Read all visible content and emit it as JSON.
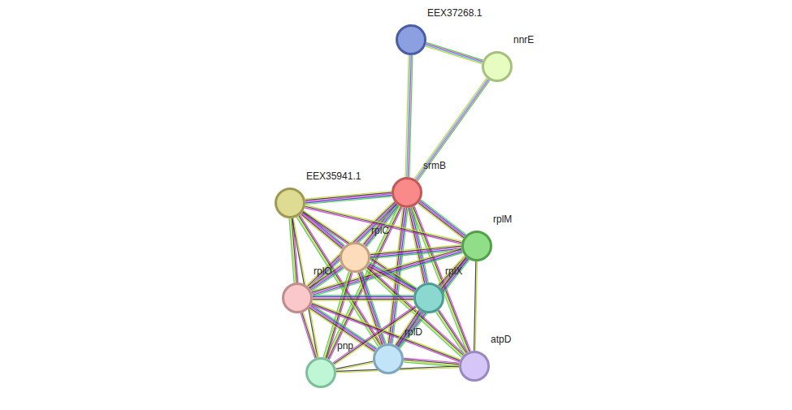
{
  "diagram": {
    "nodes": [
      {
        "text": [
          "EEX37268.1"
        ]
      },
      {
        "text": [
          "nnrE"
        ]
      },
      {
        "text": [
          "srmB"
        ]
      },
      {
        "text": [
          "EEX35941.1"
        ]
      },
      {
        "text": [
          "rplM"
        ]
      },
      {
        "text": [
          "rplC"
        ]
      },
      {
        "text": [
          "rplO"
        ]
      },
      {
        "text": [
          "rplX"
        ]
      },
      {
        "text": [
          "rplD"
        ]
      },
      {
        "text": [
          "atpD"
        ]
      },
      {
        "text": [
          "pnp"
        ]
      }
    ],
    "edges": [
      {
        "from": 0,
        "to": 1,
        "arrow": "none"
      },
      {
        "from": 0,
        "to": 2,
        "arrow": "none"
      },
      {
        "from": 1,
        "to": 2,
        "arrow": "none"
      },
      {
        "from": 2,
        "to": 3,
        "arrow": "none"
      },
      {
        "from": 2,
        "to": 4,
        "arrow": "none"
      },
      {
        "from": 2,
        "to": 5,
        "arrow": "none"
      },
      {
        "from": 2,
        "to": 6,
        "arrow": "none"
      },
      {
        "from": 2,
        "to": 7,
        "arrow": "none"
      },
      {
        "from": 2,
        "to": 8,
        "arrow": "none"
      },
      {
        "from": 2,
        "to": 9,
        "arrow": "none"
      },
      {
        "from": 2,
        "to": 10,
        "arrow": "none"
      },
      {
        "from": 3,
        "to": 4,
        "arrow": "none"
      },
      {
        "from": 3,
        "to": 5,
        "arrow": "none"
      },
      {
        "from": 3,
        "to": 6,
        "arrow": "none"
      },
      {
        "from": 3,
        "to": 7,
        "arrow": "none"
      },
      {
        "from": 3,
        "to": 8,
        "arrow": "none"
      },
      {
        "from": 3,
        "to": 10,
        "arrow": "none"
      },
      {
        "from": 4,
        "to": 5,
        "arrow": "none"
      },
      {
        "from": 4,
        "to": 6,
        "arrow": "none"
      },
      {
        "from": 4,
        "to": 7,
        "arrow": "none"
      },
      {
        "from": 4,
        "to": 8,
        "arrow": "none"
      },
      {
        "from": 4,
        "to": 9,
        "arrow": "none"
      },
      {
        "from": 5,
        "to": 6,
        "arrow": "none"
      },
      {
        "from": 5,
        "to": 7,
        "arrow": "none"
      },
      {
        "from": 5,
        "to": 8,
        "arrow": "none"
      },
      {
        "from": 5,
        "to": 9,
        "arrow": "none"
      },
      {
        "from": 5,
        "to": 10,
        "arrow": "none"
      },
      {
        "from": 6,
        "to": 7,
        "arrow": "none"
      },
      {
        "from": 6,
        "to": 8,
        "arrow": "none"
      },
      {
        "from": 6,
        "to": 9,
        "arrow": "none"
      },
      {
        "from": 6,
        "to": 10,
        "arrow": "none"
      },
      {
        "from": 7,
        "to": 8,
        "arrow": "none"
      },
      {
        "from": 7,
        "to": 9,
        "arrow": "none"
      },
      {
        "from": 7,
        "to": 10,
        "arrow": "none"
      },
      {
        "from": 8,
        "to": 9,
        "arrow": "none"
      },
      {
        "from": 8,
        "to": 10,
        "arrow": "none"
      },
      {
        "from": 9,
        "to": 10,
        "arrow": "none"
      }
    ]
  }
}
